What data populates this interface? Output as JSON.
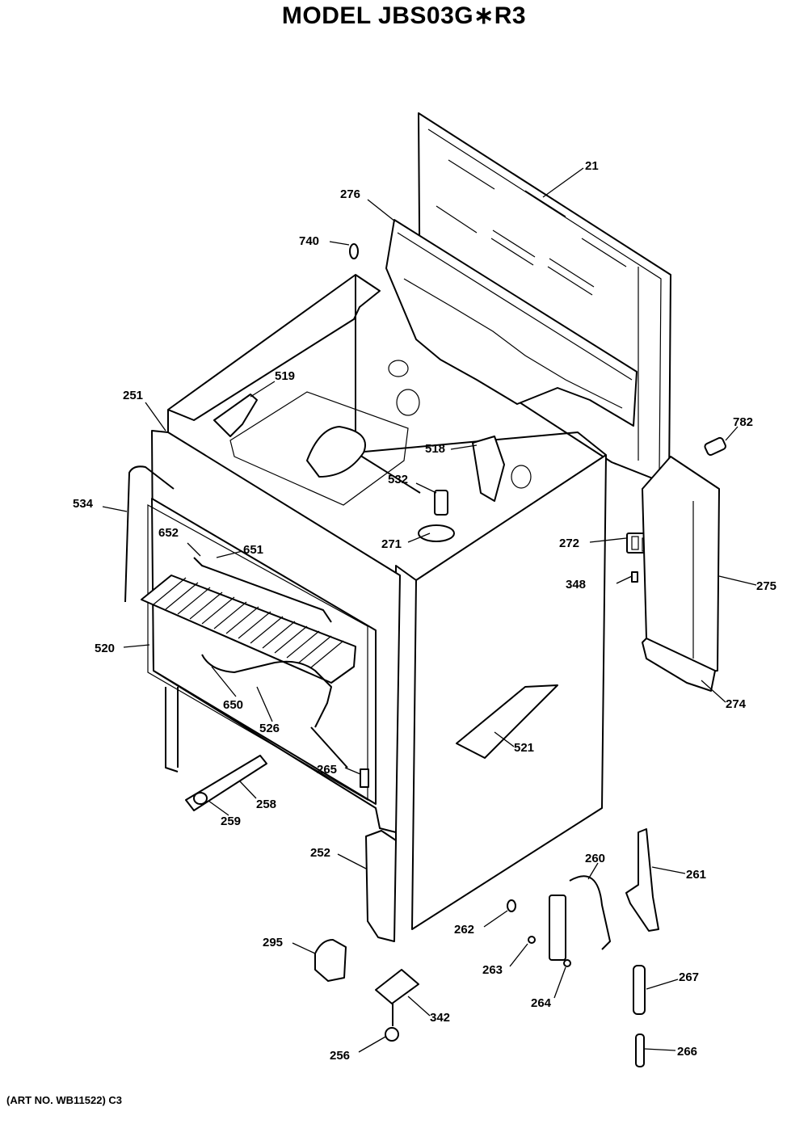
{
  "title": "MODEL JBS03G∗R3",
  "footer": "(ART NO. WB11522) C3",
  "parts": [
    {
      "id": "21"
    },
    {
      "id": "276"
    },
    {
      "id": "740"
    },
    {
      "id": "782"
    },
    {
      "id": "519"
    },
    {
      "id": "251"
    },
    {
      "id": "518"
    },
    {
      "id": "534"
    },
    {
      "id": "532"
    },
    {
      "id": "271"
    },
    {
      "id": "272"
    },
    {
      "id": "652"
    },
    {
      "id": "651"
    },
    {
      "id": "348"
    },
    {
      "id": "275"
    },
    {
      "id": "520"
    },
    {
      "id": "274"
    },
    {
      "id": "650"
    },
    {
      "id": "526"
    },
    {
      "id": "521"
    },
    {
      "id": "265"
    },
    {
      "id": "258"
    },
    {
      "id": "259"
    },
    {
      "id": "252"
    },
    {
      "id": "260"
    },
    {
      "id": "261"
    },
    {
      "id": "262"
    },
    {
      "id": "295"
    },
    {
      "id": "263"
    },
    {
      "id": "267"
    },
    {
      "id": "264"
    },
    {
      "id": "342"
    },
    {
      "id": "256"
    },
    {
      "id": "266"
    }
  ]
}
